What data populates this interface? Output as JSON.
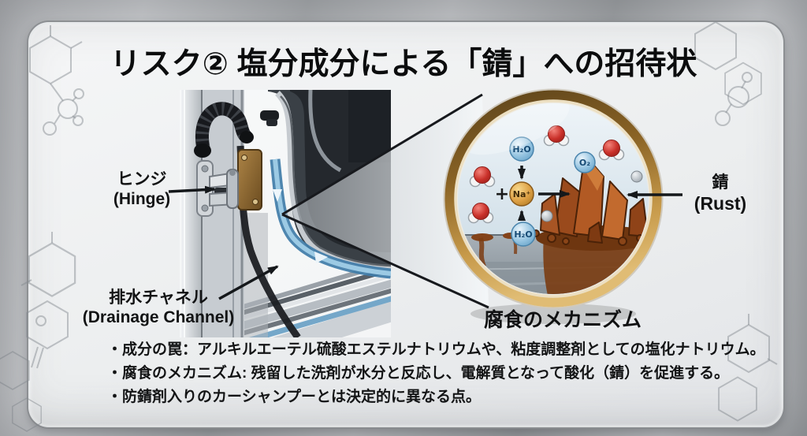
{
  "slide": {
    "title": "リスク② 塩分成分による「錆」への招待状"
  },
  "door_diagram": {
    "labels": {
      "hinge_jp": "ヒンジ",
      "hinge_en": "(Hinge)",
      "drainage_jp": "排水チャネル",
      "drainage_en": "(Drainage Channel)"
    }
  },
  "lens_diagram": {
    "caption": "腐食のメカニズム",
    "labels": {
      "rust_jp": "錆",
      "rust_en": "(Rust)"
    },
    "molecules": {
      "h2o_top": "H₂O",
      "h2o_bottom": "H₂O",
      "na_ion": "Na⁺",
      "o2": "O₂",
      "plus": "+"
    }
  },
  "bullets": [
    "・成分の罠：アルキルエーテル硫酸エステルナトリウムや、粘度調整剤としての塩化ナトリウム。",
    "・腐食のメカニズム: 残留した洗剤が水分と反応し、電解質となって酸化（錆）を促進する。",
    "・防錆剤入りのカーシャンプーとは決定的に異なる点。"
  ],
  "colors": {
    "rim_gold": "#8a6325",
    "rust": "#a8511f",
    "sodium": "#d79a3c",
    "water_blue": "#7fb4d6",
    "channel_blue": "#5d9cc7",
    "panel_bg": "#eceeef",
    "metal_bg": "#b4b6b9"
  }
}
